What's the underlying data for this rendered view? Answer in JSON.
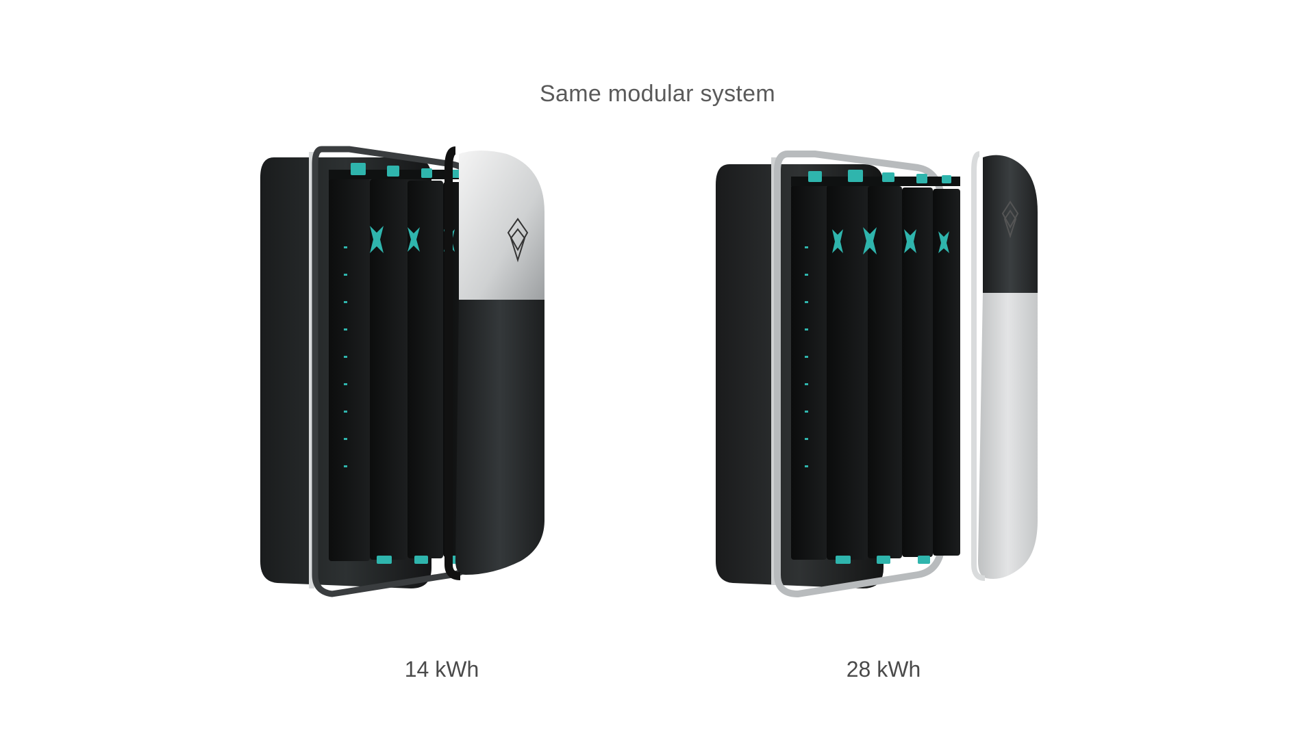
{
  "headline": "Same modular system",
  "products": [
    {
      "label": "14 kWh",
      "modules": 4,
      "cover_color": "#2a2d2e",
      "ring_color": "#3a3d3f"
    },
    {
      "label": "28 kWh",
      "modules": 5,
      "cover_color": "#d4d6d7",
      "ring_color": "#b8bbbd"
    }
  ],
  "accent": "#2fb5ad"
}
